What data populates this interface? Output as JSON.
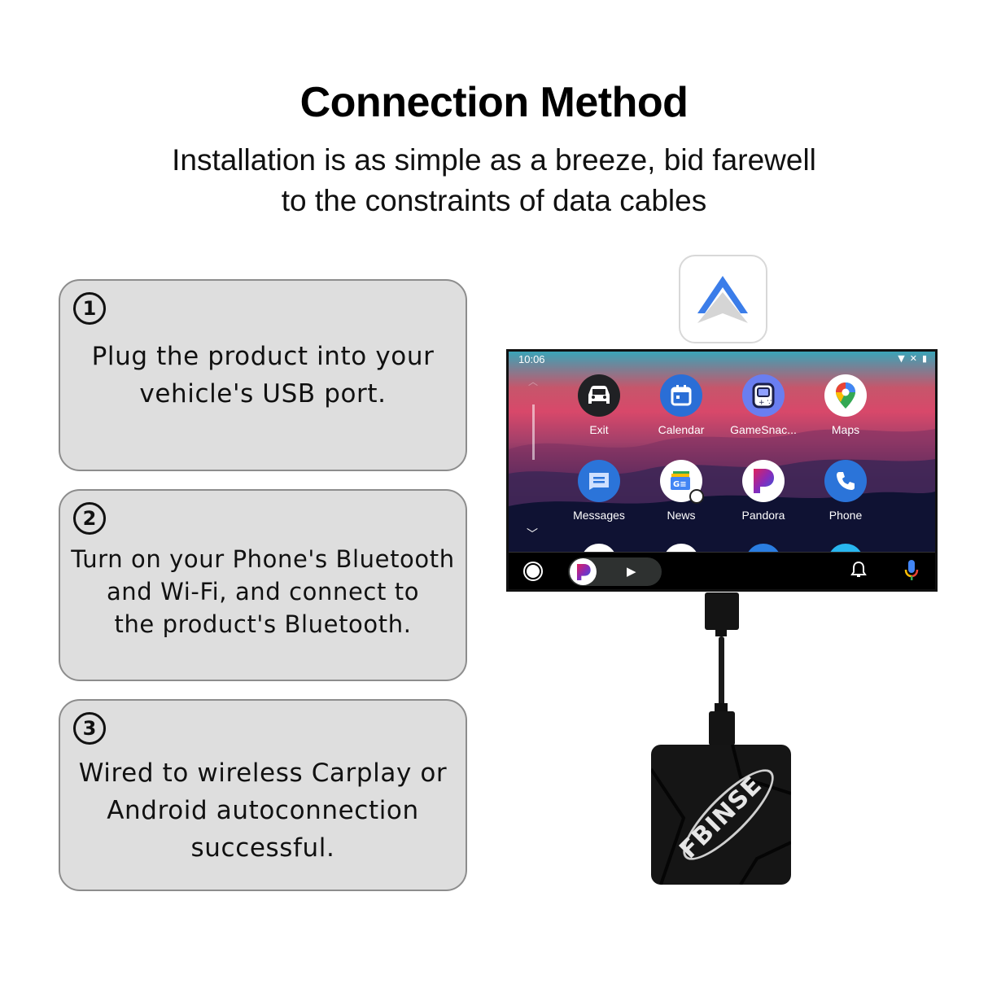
{
  "header": {
    "title": "Connection Method",
    "subtitle_line1": "Installation is as simple as a breeze, bid farewell",
    "subtitle_line2": "to the constraints of data cables"
  },
  "steps": [
    {
      "number": "1",
      "line1": "Plug the product into your",
      "line2": "vehicle's USB port.",
      "line3": ""
    },
    {
      "number": "2",
      "line1": "Turn on your Phone's Bluetooth",
      "line2": "and Wi-Fi, and connect to",
      "line3": "the product's Bluetooth."
    },
    {
      "number": "3",
      "line1": "Wired to wireless Carplay or",
      "line2": "Android autoconnection",
      "line3": "successful."
    }
  ],
  "android_auto_logo": {
    "icon": "android-auto-icon",
    "primary_color": "#3b7de9",
    "secondary_color": "#d3d3d3"
  },
  "car_screen": {
    "status": {
      "time": "10:06",
      "icons": [
        "wifi-icon",
        "no-signal-icon",
        "battery-icon"
      ]
    },
    "apps": [
      {
        "label": "Exit",
        "icon": "car-icon",
        "color": "#202124"
      },
      {
        "label": "Calendar",
        "icon": "calendar-icon",
        "color": "#2a6ed6"
      },
      {
        "label": "GameSnac...",
        "icon": "gamesnacks-icon",
        "color": "#6a7ef0"
      },
      {
        "label": "Maps",
        "icon": "maps-icon",
        "color": "#ffffff"
      },
      {
        "label": "Messages",
        "icon": "messages-icon",
        "color": "#2b74d9"
      },
      {
        "label": "News",
        "icon": "news-icon",
        "color": "#ffffff"
      },
      {
        "label": "Pandora",
        "icon": "pandora-icon",
        "color": "#ffffff"
      },
      {
        "label": "Phone",
        "icon": "phone-icon",
        "color": "#2b74d9"
      }
    ],
    "navbar": {
      "home": "home-icon",
      "media_app": "pandora-icon",
      "play": "▶",
      "notifications": "bell-icon",
      "assistant": "mic-icon"
    }
  },
  "device": {
    "brand": "FBINSE"
  }
}
